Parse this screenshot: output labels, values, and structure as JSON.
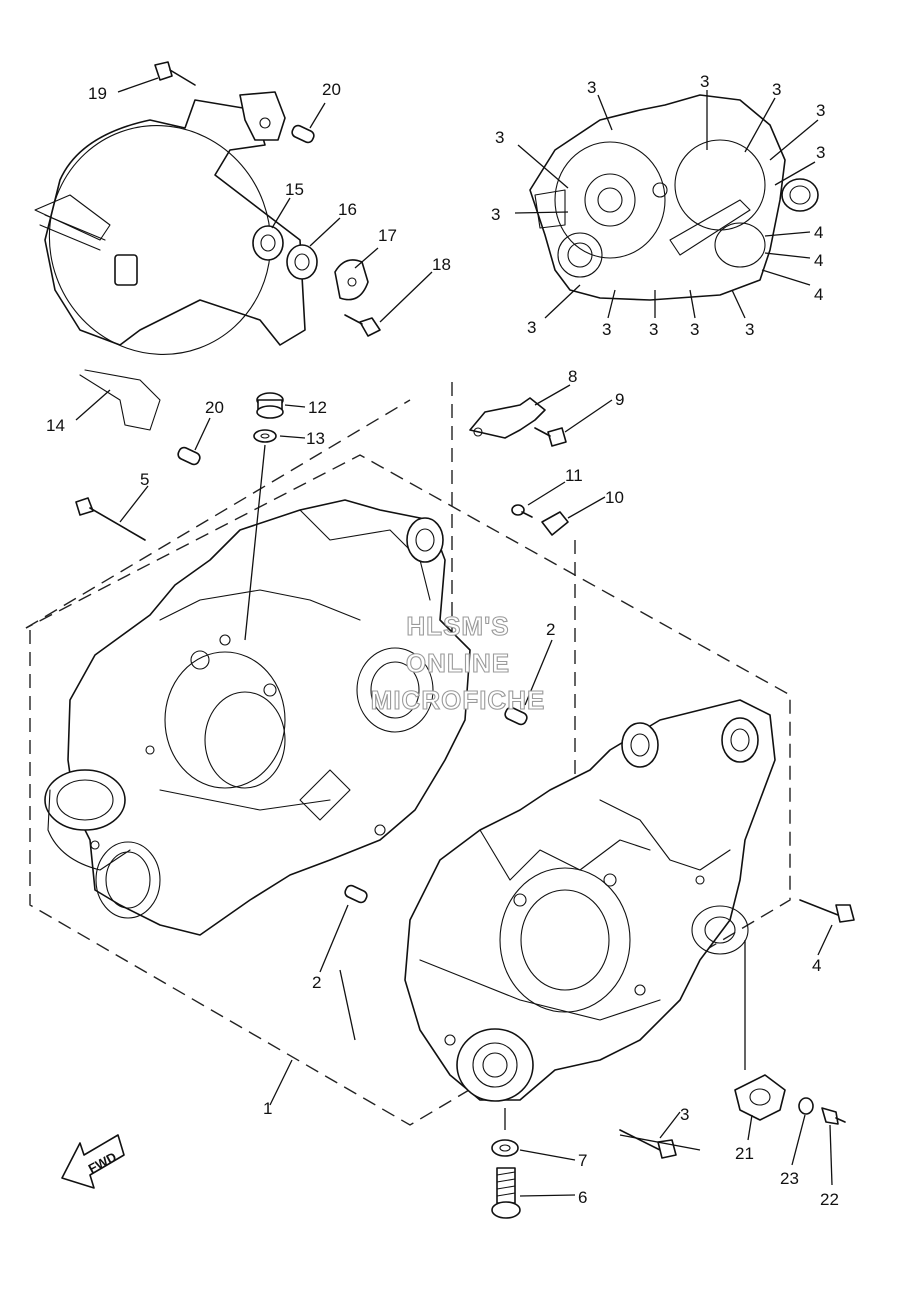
{
  "watermark": {
    "line1": "HLSM'S",
    "line2": "ONLINE",
    "line3": "MICROFICHE"
  },
  "fwd_label": "FWD",
  "callouts": [
    {
      "id": "c19",
      "text": "19"
    },
    {
      "id": "c20a",
      "text": "20"
    },
    {
      "id": "c15",
      "text": "15"
    },
    {
      "id": "c16",
      "text": "16"
    },
    {
      "id": "c17",
      "text": "17"
    },
    {
      "id": "c18",
      "text": "18"
    },
    {
      "id": "c14",
      "text": "14"
    },
    {
      "id": "c20b",
      "text": "20"
    },
    {
      "id": "c12",
      "text": "12"
    },
    {
      "id": "c13",
      "text": "13"
    },
    {
      "id": "c5",
      "text": "5"
    },
    {
      "id": "c8",
      "text": "8"
    },
    {
      "id": "c9",
      "text": "9"
    },
    {
      "id": "c11",
      "text": "11"
    },
    {
      "id": "c10",
      "text": "10"
    },
    {
      "id": "c2a",
      "text": "2"
    },
    {
      "id": "c2b",
      "text": "2"
    },
    {
      "id": "c1",
      "text": "1"
    },
    {
      "id": "c4a",
      "text": "4"
    },
    {
      "id": "c3a",
      "text": "3"
    },
    {
      "id": "c7",
      "text": "7"
    },
    {
      "id": "c6",
      "text": "6"
    },
    {
      "id": "c21",
      "text": "21"
    },
    {
      "id": "c23",
      "text": "23"
    },
    {
      "id": "c22",
      "text": "22"
    },
    {
      "id": "i3a",
      "text": "3"
    },
    {
      "id": "i3b",
      "text": "3"
    },
    {
      "id": "i3c",
      "text": "3"
    },
    {
      "id": "i3d",
      "text": "3"
    },
    {
      "id": "i3e",
      "text": "3"
    },
    {
      "id": "i3f",
      "text": "3"
    },
    {
      "id": "i3g",
      "text": "3"
    },
    {
      "id": "i3h",
      "text": "3"
    },
    {
      "id": "i3i",
      "text": "3"
    },
    {
      "id": "i3j",
      "text": "3"
    },
    {
      "id": "i3k",
      "text": "3"
    },
    {
      "id": "i3l",
      "text": "3"
    },
    {
      "id": "i4a",
      "text": "4"
    },
    {
      "id": "i4b",
      "text": "4"
    },
    {
      "id": "i4c",
      "text": "4"
    }
  ]
}
